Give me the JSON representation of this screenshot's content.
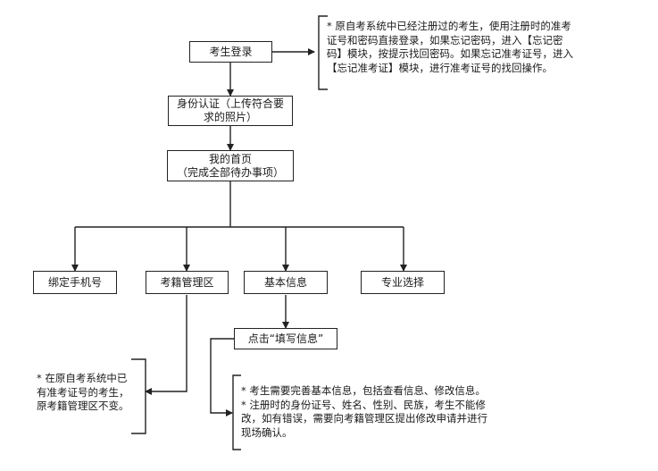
{
  "nodes": {
    "login": "考生登录",
    "identity_line1": "身份认证（上传符合要",
    "identity_line2": "求的照片）",
    "home_line1": "我的首页",
    "home_line2": "（完成全部待办事项）",
    "bind_phone": "绑定手机号",
    "registry": "考籍管理区",
    "basic_info": "基本信息",
    "major_select": "专业选择",
    "fill_info": "点击“填写信息”"
  },
  "notes": {
    "login_note": "* 原自考系统中已经注册过的考生，使用注册时的准考\n证号和密码直接登录，如果忘记密码，进入【忘记密\n码】模块，按提示找回密码。如果忘记准考证号，进入\n【忘记准考证】模块，进行准考证号的找回操作。",
    "registry_note": "* 在原自考系统中已\n有准考证号的考生，\n原考籍管理区不变。",
    "info_note": "* 考生需要完善基本信息，包括查看信息、修改信息。\n* 注册时的身份证号、姓名、性别、民族，考生不能修\n改，如有错误，需要向考籍管理区提出修改申请并进行\n现场确认。"
  }
}
